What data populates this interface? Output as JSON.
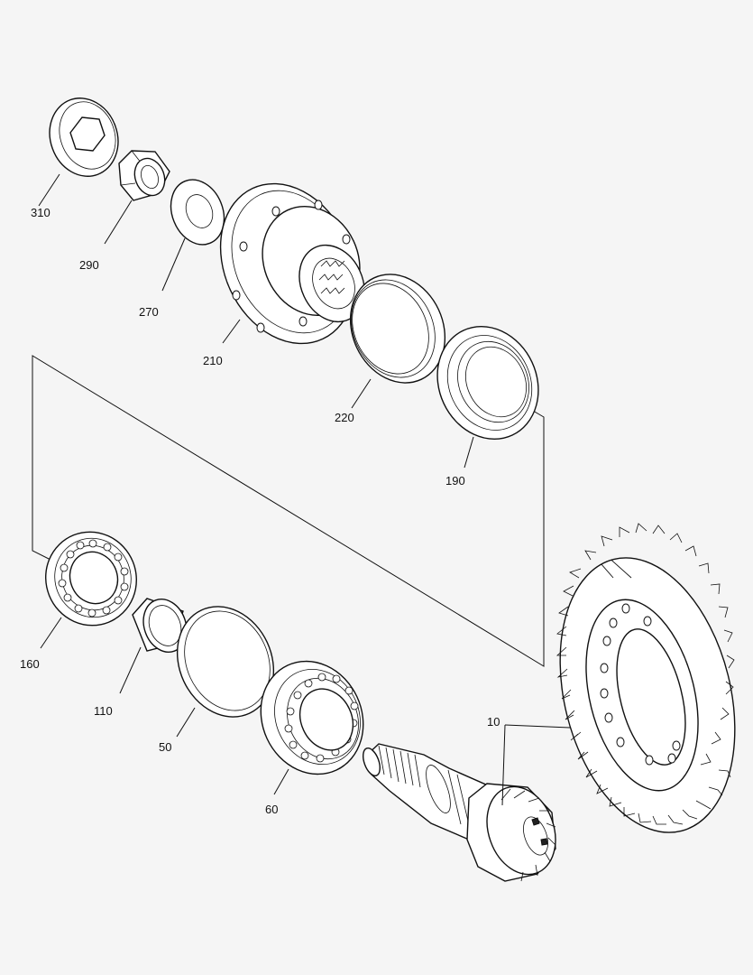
{
  "colors": {
    "background": "#f5f5f5",
    "line": "#111111",
    "fill": "#ffffff"
  },
  "parts": [
    {
      "id": "part-310",
      "number": "310",
      "icon": "hex-socket-cup-icon"
    },
    {
      "id": "part-290",
      "number": "290",
      "icon": "hex-nut-icon"
    },
    {
      "id": "part-270",
      "number": "270",
      "icon": "washer-icon"
    },
    {
      "id": "part-210",
      "number": "210",
      "icon": "flange-icon"
    },
    {
      "id": "part-220",
      "number": "220",
      "icon": "seal-ring-icon"
    },
    {
      "id": "part-190",
      "number": "190",
      "icon": "oil-seal-icon"
    },
    {
      "id": "part-160",
      "number": "160",
      "icon": "roller-bearing-icon"
    },
    {
      "id": "part-110",
      "number": "110",
      "icon": "spacer-sleeve-icon"
    },
    {
      "id": "part-50",
      "number": "50",
      "icon": "shim-ring-icon"
    },
    {
      "id": "part-60",
      "number": "60",
      "icon": "roller-bearing-icon"
    },
    {
      "id": "part-10",
      "number": "10",
      "icon": "ring-and-pinion-gear-icon"
    }
  ]
}
